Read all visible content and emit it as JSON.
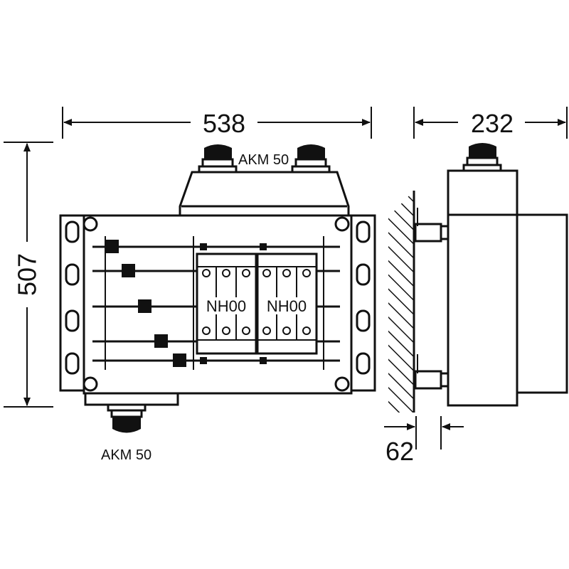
{
  "dimensions": {
    "width_front": "538",
    "depth_side": "232",
    "height": "507",
    "wall_offset": "62"
  },
  "labels": {
    "gland_top": "AKM 50",
    "gland_bottom": "AKM 50",
    "fuse_left": "NH00",
    "fuse_right": "NH00"
  }
}
